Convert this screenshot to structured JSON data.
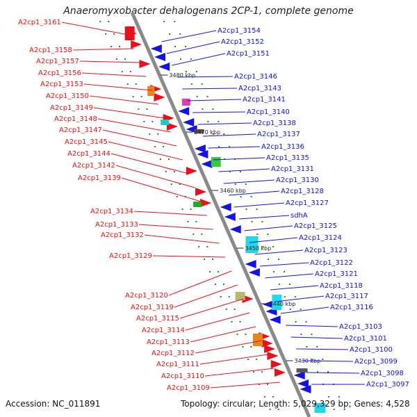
{
  "title": "Anaeromyxobacter dehalogenans 2CP-1, complete genome",
  "accession": "Accession: NC_011891",
  "summary": "Topology: circular; Length: 5,029,329 bp; Genes: 4,528",
  "colors": {
    "forward": "#e8101a",
    "reverse": "#1414e0",
    "backbone": "#8a8a8a",
    "dots": "#1a8a1a"
  },
  "kbp_ticks": [
    "3480 kbp",
    "3470 kbp",
    "3460 kbp",
    "3450 kbp",
    "3440 kbp",
    "3430 kbp"
  ],
  "left_labels": [
    "A2cp1_3161",
    "A2cp1_3158",
    "A2cp1_3157",
    "A2cp1_3156",
    "A2cp1_3153",
    "A2cp1_3150",
    "A2cp1_3149",
    "A2cp1_3148",
    "A2cp1_3147",
    "A2cp1_3145",
    "A2cp1_3144",
    "A2cp1_3142",
    "A2cp1_3139",
    "A2cp1_3134",
    "A2cp1_3133",
    "A2cp1_3132",
    "A2cp1_3129",
    "A2cp1_3120",
    "A2cp1_3119",
    "A2cp1_3115",
    "A2cp1_3114",
    "A2cp1_3113",
    "A2cp1_3112",
    "A2cp1_3111",
    "A2cp1_3110",
    "A2cp1_3109"
  ],
  "right_labels": [
    "A2cp1_3154",
    "A2cp1_3152",
    "A2cp1_3151",
    "A2cp1_3146",
    "A2cp1_3143",
    "A2cp1_3141",
    "A2cp1_3140",
    "A2cp1_3138",
    "A2cp1_3137",
    "A2cp1_3136",
    "A2cp1_3135",
    "A2cp1_3131",
    "A2cp1_3130",
    "A2cp1_3128",
    "A2cp1_3127",
    "sdhA",
    "A2cp1_3125",
    "A2cp1_3124",
    "A2cp1_3123",
    "A2cp1_3122",
    "A2cp1_3121",
    "A2cp1_3118",
    "A2cp1_3117",
    "A2cp1_3116",
    "A2cp1_3103",
    "A2cp1_3101",
    "A2cp1_3100",
    "A2cp1_3099",
    "A2cp1_3098",
    "A2cp1_3097"
  ]
}
